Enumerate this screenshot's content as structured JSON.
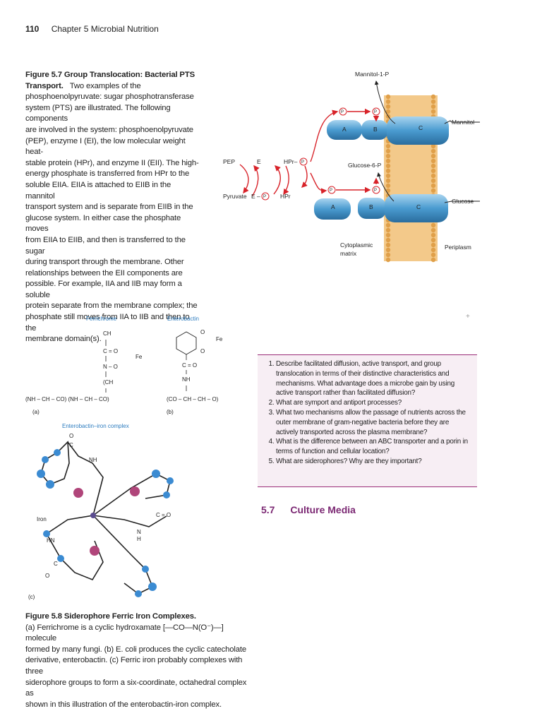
{
  "header": {
    "page_number": "110",
    "chapter": "Chapter 5   Microbial Nutrition"
  },
  "fig57": {
    "title": "Figure 5.7   Group Translocation: Bacterial PTS Transport.",
    "lines": [
      "phosphoenolpyruvate: sugar phosphotransferase",
      "system (PTS) are illustrated. The following components",
      "are involved in the system: phosphoenolpyruvate",
      "(PEP), enzyme I (EI), the low molecular weight heat-",
      "stable protein (HPr), and enzyme II (EII). The high-",
      "energy phosphate is transferred from HPr to the",
      "soluble EIIA. EIIA is attached to EIIB in the mannitol",
      "transport system and is separate from EIIB in the",
      "glucose system. In either case the phosphate moves",
      "from EIIA to EIIB, and then is transferred to the sugar",
      "during transport through the membrane. Other",
      "relationships between the EII components are",
      "possible. For example, IIA and IIB may form a soluble",
      "protein separate from the membrane complex; the",
      "phosphate still moves from IIA to IIB and then to the",
      "membrane domain(s)."
    ],
    "first_line_rest": "Two examples of the",
    "title_line1": "Figure 5.7   Group Translocation: Bacterial PTS",
    "title_line2": "Transport.",
    "labels": {
      "mannitol_1_p": "Mannitol-1-P",
      "mannitol": "Mannitol",
      "glucose_6_p": "Glucose-6-P",
      "glucose": "Glucose",
      "pep": "PEP",
      "e": "E",
      "hpr_p": "HPr–",
      "pyruvate": "Pyruvate",
      "e_p": "E –",
      "hpr": "HPr",
      "a": "A",
      "b": "B",
      "c": "C",
      "p": "P",
      "cytoplasmic": "Cytoplasmic",
      "matrix": "matrix",
      "periplasm": "Periplasm"
    }
  },
  "fig58": {
    "ferrichrome": "Ferrichrome",
    "enterobactin": "Enterobactin",
    "complex": "Enterobactin–iron complex",
    "a": "(a)",
    "b": "(b)",
    "c": "(c)",
    "ch3": "CH",
    "c_eq_o": "C = O",
    "n_o": "N – O",
    "fe3": "Fe",
    "ch2_3": "(CH",
    "a_formula": "(NH – CH  – CO)  (NH – CH – CO)",
    "b_formula": "(CO – CH – CH  – O)",
    "nh": "NH",
    "iron": "Iron",
    "hn": "HN",
    "o": "O",
    "h": "H",
    "n": "N",
    "c_atom": "C",
    "title": "Figure 5.8   Siderophore Ferric Iron Complexes.",
    "line1": "(a) Ferrichrome is a cyclic hydroxamate [—CO—N(O⁻)—] molecule",
    "line2": "formed by many fungi. (b) E. coli produces the cyclic catecholate",
    "line3": "derivative, enterobactin. (c) Ferric iron probably complexes with three",
    "line4": "siderophore groups to form a six-coordinate, octahedral complex as",
    "line5": "shown in this illustration of the enterobactin-iron complex."
  },
  "questions": [
    "Describe facilitated diffusion, active transport, and group translocation in terms of their distinctive characteristics and mechanisms. What advantage does a microbe gain by using active transport rather than facilitated diffusion?",
    "What are symport and antiport processes?",
    "What two mechanisms allow the passage of nutrients across the outer membrane of gram-negative bacteria before they are actively transported across the plasma membrane?",
    "What is the difference between an ABC transporter and a porin in terms of function and cellular location?",
    "What are siderophores? Why are they important?"
  ],
  "section": {
    "number": "5.7",
    "title": "Culture Media"
  },
  "plus": "+",
  "colors": {
    "accent": "#7b2873",
    "blue": "#2b7bbf",
    "arrow": "#d8232a",
    "protein": "#4a9bd0",
    "membrane": "#e8b060"
  }
}
